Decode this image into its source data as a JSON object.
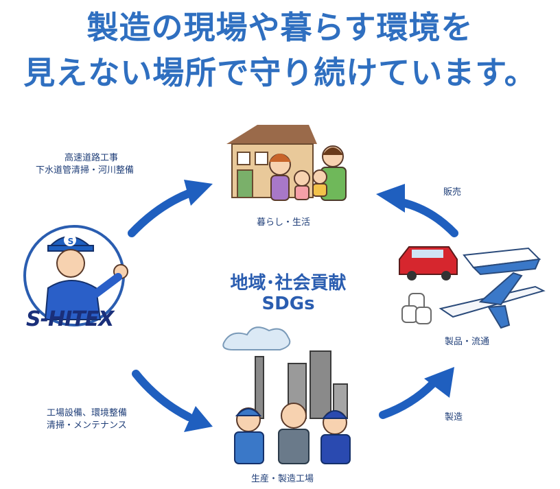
{
  "headline": {
    "line1": "製造の現場や暮らす環境を",
    "line2": "見えない場所で守り続けています。"
  },
  "center": {
    "line1": "地域･社会貢献",
    "line2": "SDGs"
  },
  "nodes": {
    "top": "暮らし・生活",
    "right": "製品・流通",
    "bottom": "生産・製造工場"
  },
  "flows": {
    "top_left_line1": "高速道路工事",
    "top_left_line2": "下水道管清掃・河川整備",
    "bottom_left_line1": "工場設備、環境整備",
    "bottom_left_line2": "清掃・メンテナンス",
    "right_top": "販売",
    "right_bottom": "製造"
  },
  "brand": {
    "logo_text": "S-HITEX",
    "badge_letter": "S"
  },
  "colors": {
    "accent": "#2f6fc0",
    "arrow": "#1f5fbf",
    "caption": "#1f3e78"
  }
}
